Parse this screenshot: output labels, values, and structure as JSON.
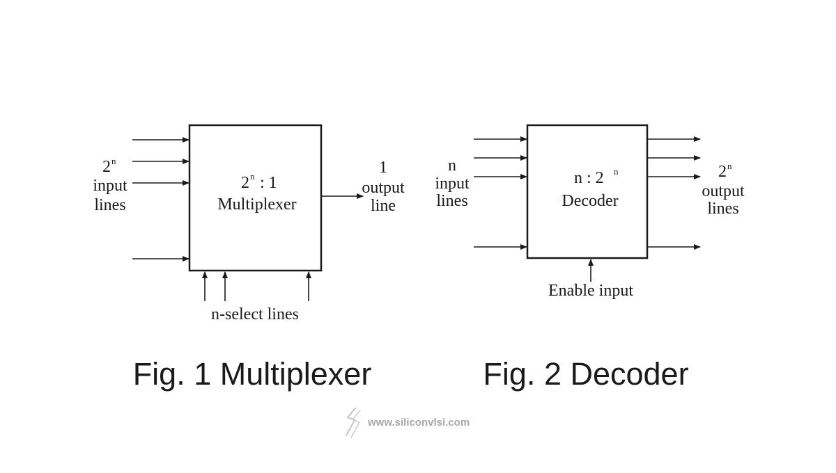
{
  "fig1": {
    "input_power_base": "2",
    "input_power_exp": "n",
    "input_word": "input",
    "lines_word": "lines",
    "block_ratio_base": "2",
    "block_ratio_exp": "n",
    "block_ratio_rest": " : 1",
    "block_name": "Multiplexer",
    "output_count": "1",
    "output_word": "output",
    "output_line_word": "line",
    "select_label": "n-select lines",
    "caption": "Fig. 1 Multiplexer"
  },
  "fig2": {
    "input_count": "n",
    "input_word": "input",
    "lines_word": "lines",
    "block_ratio_prefix": "n : 2",
    "block_ratio_exp": "n",
    "block_name": "Decoder",
    "output_power_base": "2",
    "output_power_exp": "n",
    "output_word": "output",
    "output_lines_word": "lines",
    "enable_label": "Enable input",
    "caption": "Fig. 2 Decoder"
  },
  "watermark": {
    "text": "www.siliconvlsi.com",
    "icon": "silicon-vlsi-logo-icon"
  }
}
